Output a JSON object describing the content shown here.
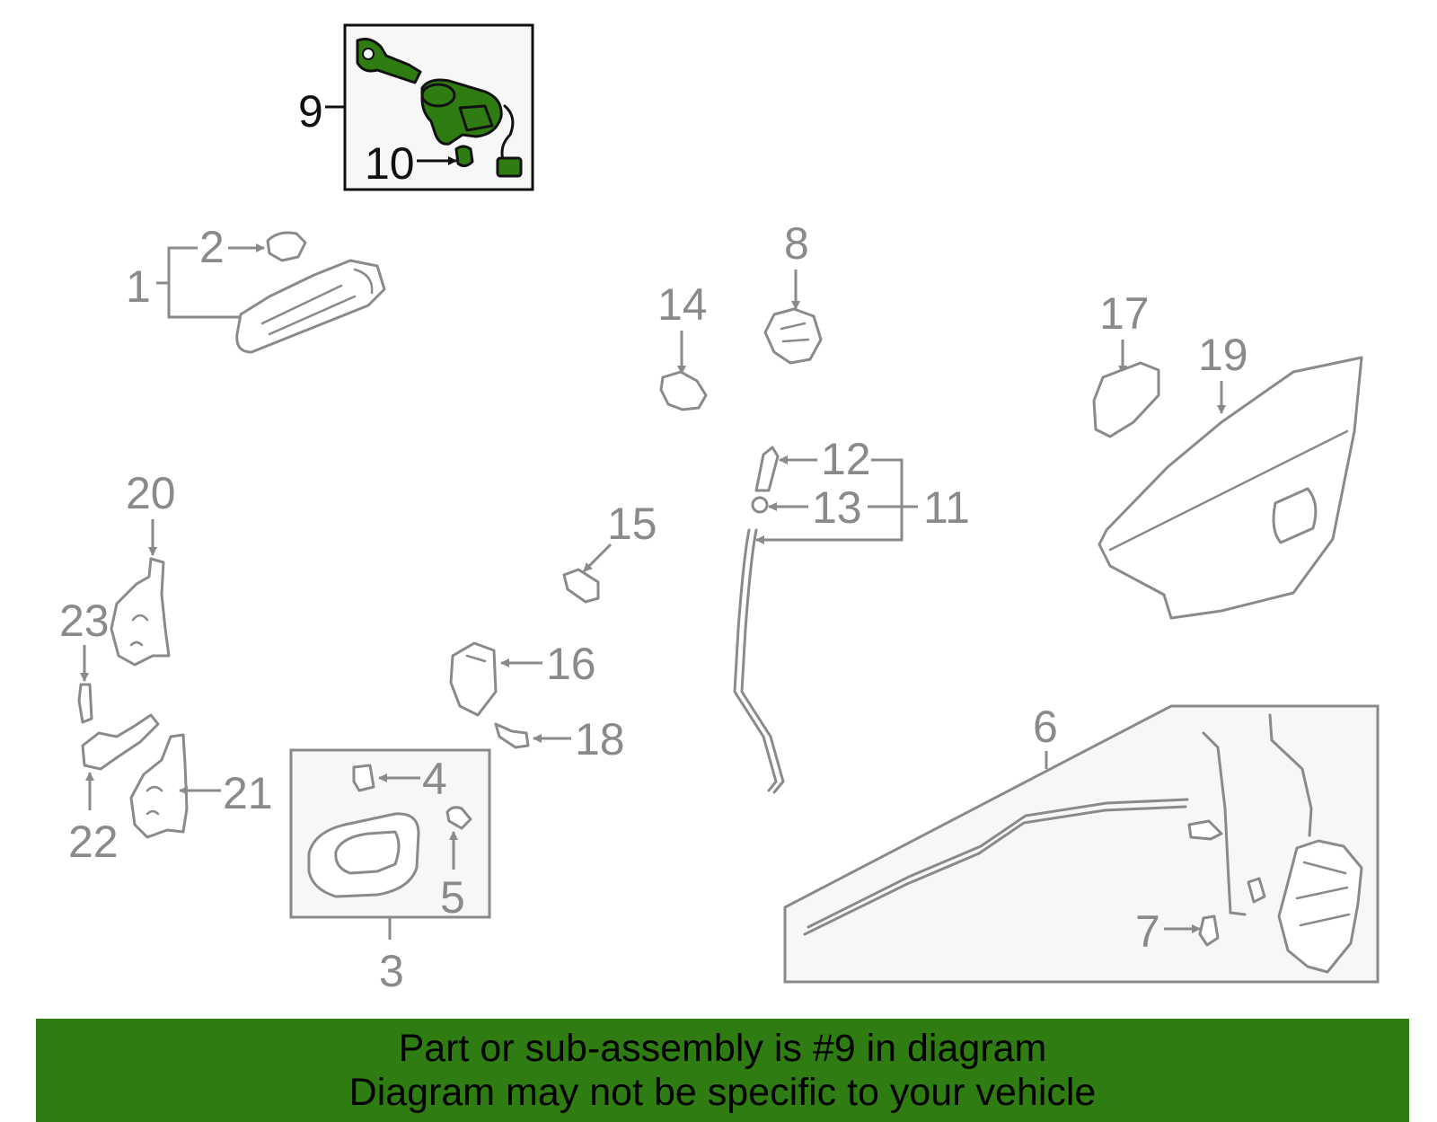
{
  "callouts": [
    "1",
    "2",
    "3",
    "4",
    "5",
    "6",
    "7",
    "8",
    "9",
    "10",
    "11",
    "12",
    "13",
    "14",
    "15",
    "16",
    "17",
    "18",
    "19",
    "20",
    "21",
    "22",
    "23"
  ],
  "colors": {
    "highlight": "#2f7d12",
    "line": "#8a8a8a",
    "banner": "#2f7d12",
    "box_fill": "#f7f7f7"
  },
  "banner": {
    "line1": "Part or sub-assembly is #9 in diagram",
    "line2": "Diagram may not be specific to your vehicle"
  }
}
